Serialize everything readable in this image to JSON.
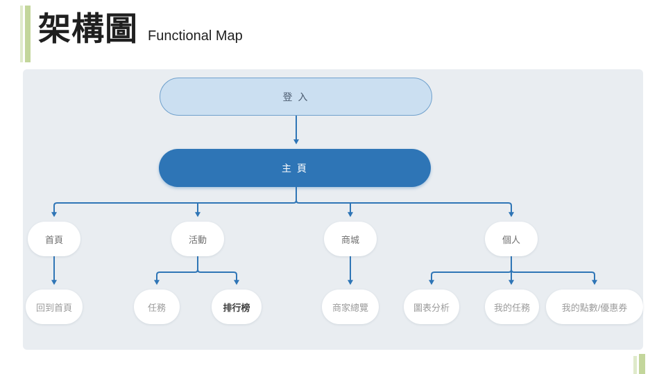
{
  "slide": {
    "title": "架構圖",
    "subtitle": "Functional Map"
  },
  "diagram": {
    "level1": {
      "label": "登 入"
    },
    "level2": {
      "label": "主 頁"
    },
    "level3": [
      {
        "label": "首頁"
      },
      {
        "label": "活動"
      },
      {
        "label": "商城"
      },
      {
        "label": "個人"
      }
    ],
    "level4": [
      {
        "label": "回到首頁"
      },
      {
        "label": "任務"
      },
      {
        "label": "排行榜"
      },
      {
        "label": "商家總覽"
      },
      {
        "label": "圖表分析"
      },
      {
        "label": "我的任務"
      },
      {
        "label": "我的點數/優惠券"
      }
    ],
    "colors": {
      "panel_bg": "#E9EDF1",
      "connector": "#2E75B6",
      "level1_fill": "#CBDFF1",
      "level1_border": "#6FA0CC",
      "level2_fill": "#2E75B6",
      "node_fill": "#FFFFFF",
      "accent_green": "#C3D69B",
      "accent_green_light": "#DFEACA",
      "title_text": "#1F1F1F"
    }
  }
}
